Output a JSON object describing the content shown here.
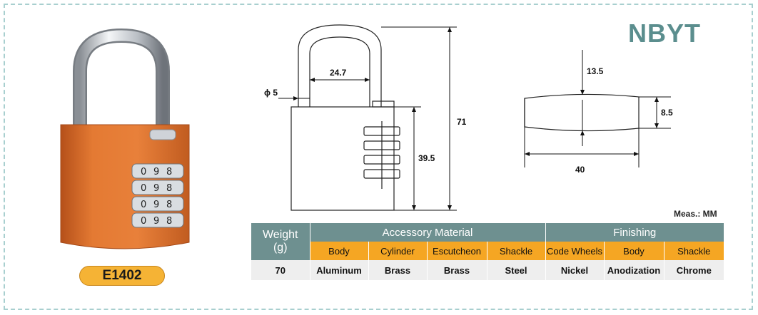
{
  "brand": "NBYT",
  "model": "E1402",
  "measure_unit": "Meas.: MM",
  "dimensions": {
    "shackle_width": "24.7",
    "shackle_diameter": "ϕ 5",
    "total_height": "71",
    "body_height": "39.5",
    "top_thickness": "13.5",
    "side_thickness": "8.5",
    "body_width": "40"
  },
  "table": {
    "weight_label": "Weight",
    "weight_unit": "(g)",
    "group_material": "Accessory Material",
    "group_finishing": "Finishing",
    "columns": [
      "Body",
      "Cylinder",
      "Escutcheon",
      "Shackle",
      "Code Wheels",
      "Body",
      "Shackle"
    ],
    "weight_value": "70",
    "values": [
      "Aluminum",
      "Brass",
      "Brass",
      "Steel",
      "Nickel",
      "Anodization",
      "Chrome"
    ]
  },
  "colors": {
    "lock_body": "#e0732a",
    "header_teal": "#6e9090",
    "subheader_orange": "#f5a623",
    "badge_orange": "#f5b335",
    "brand_teal": "#5b8e8e"
  }
}
